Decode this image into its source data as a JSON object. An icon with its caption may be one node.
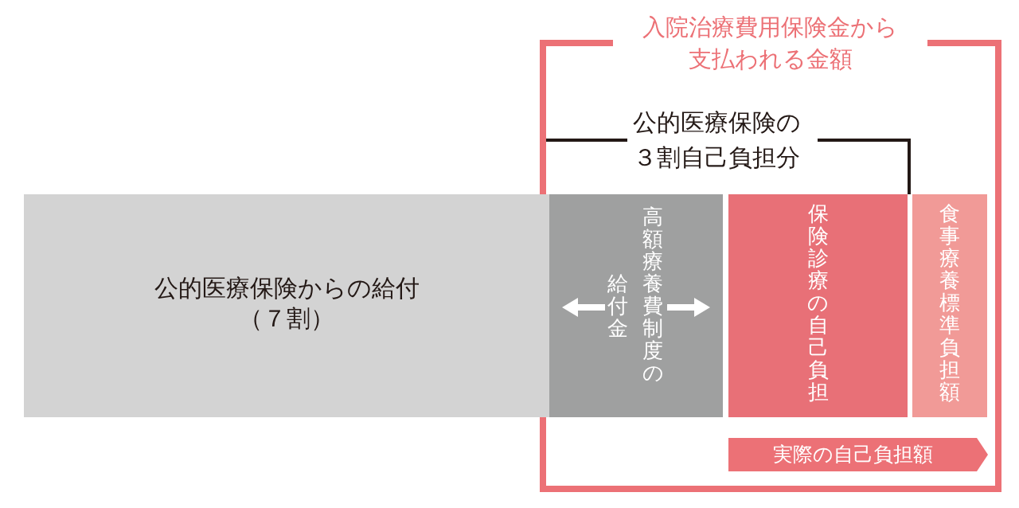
{
  "diagram": {
    "nodes": [
      {
        "text": [
          "入院治療費用保険金から支払われる金額"
        ]
      },
      {
        "text": [
          "公的医療保険からの給付",
          "（７割）"
        ]
      },
      {
        "text": [
          "給付金",
          "高額療養費制度の"
        ],
        "in": 0
      },
      {
        "text": [
          "保険診療の自己負担"
        ],
        "in": 0
      },
      {
        "text": [
          "食事療養標準負担額"
        ],
        "in": 0
      },
      {
        "text": [
          "実際の自己負担額"
        ],
        "in": 0
      }
    ],
    "labels": [
      "公的医療保険の３割自己負担分"
    ]
  }
}
